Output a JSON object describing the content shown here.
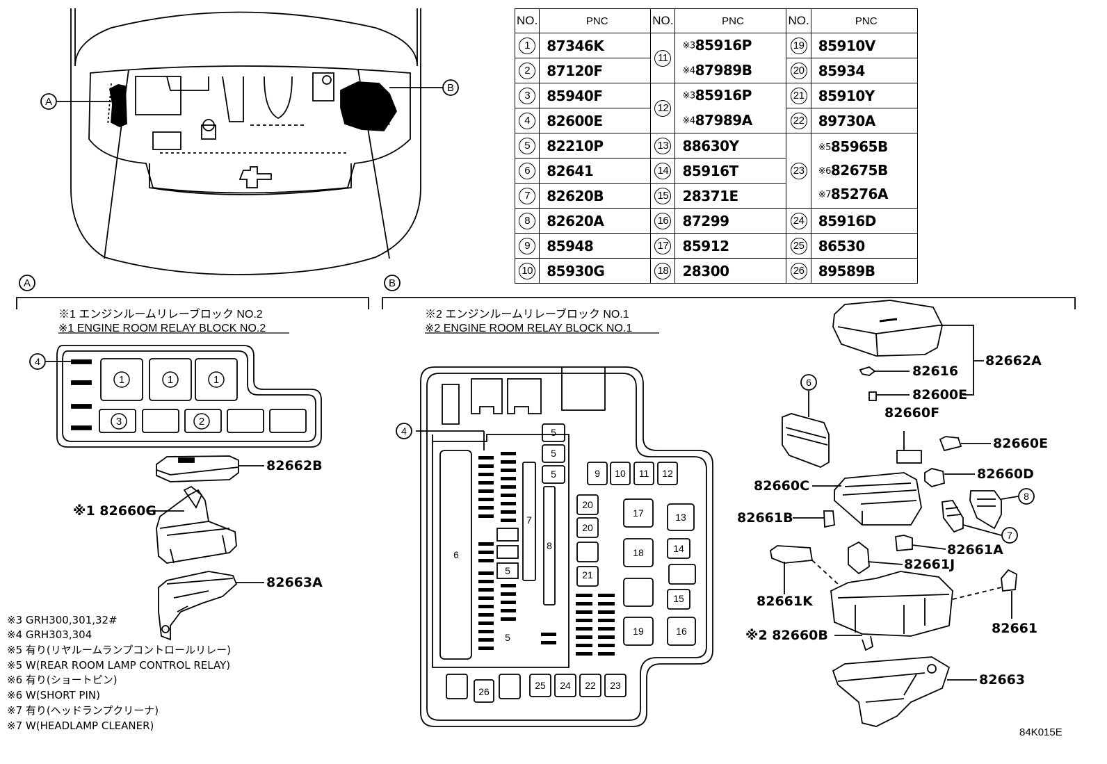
{
  "table": {
    "headers": [
      "NO.",
      "PNC",
      "NO.",
      "PNC",
      "NO.",
      "PNC"
    ],
    "col1": [
      {
        "no": "1",
        "pnc": "87346K"
      },
      {
        "no": "2",
        "pnc": "87120F"
      },
      {
        "no": "3",
        "pnc": "85940F"
      },
      {
        "no": "4",
        "pnc": "82600E"
      },
      {
        "no": "5",
        "pnc": "82210P"
      },
      {
        "no": "6",
        "pnc": "82641"
      },
      {
        "no": "7",
        "pnc": "82620B"
      },
      {
        "no": "8",
        "pnc": "82620A"
      },
      {
        "no": "9",
        "pnc": "85948"
      },
      {
        "no": "10",
        "pnc": "85930G"
      }
    ],
    "col2": [
      {
        "no": "11",
        "lines": [
          {
            "ref": "※3",
            "pnc": "85916P"
          },
          {
            "ref": "※4",
            "pnc": "87989B"
          }
        ]
      },
      {
        "no": "12",
        "lines": [
          {
            "ref": "※3",
            "pnc": "85916P"
          },
          {
            "ref": "※4",
            "pnc": "87989A"
          }
        ]
      },
      {
        "no": "13",
        "pnc": "88630Y"
      },
      {
        "no": "14",
        "pnc": "85916T"
      },
      {
        "no": "15",
        "pnc": "28371E"
      },
      {
        "no": "16",
        "pnc": "87299"
      },
      {
        "no": "17",
        "pnc": "85912"
      },
      {
        "no": "18",
        "pnc": "28300"
      }
    ],
    "col3": [
      {
        "no": "19",
        "pnc": "85910V"
      },
      {
        "no": "20",
        "pnc": "85934"
      },
      {
        "no": "21",
        "pnc": "85910Y"
      },
      {
        "no": "22",
        "pnc": "89730A"
      },
      {
        "no": "23",
        "lines": [
          {
            "ref": "※5",
            "pnc": "85965B"
          },
          {
            "ref": "※6",
            "pnc": "82675B"
          },
          {
            "ref": "※7",
            "pnc": "85276A"
          }
        ]
      },
      {
        "no": "24",
        "pnc": "85916D"
      },
      {
        "no": "25",
        "pnc": "86530"
      },
      {
        "no": "26",
        "pnc": "89589B"
      }
    ]
  },
  "overview": {
    "label_a": "A",
    "label_b": "B"
  },
  "section_a": {
    "marker": "A",
    "title_jp": "※1 エンジンルームリレーブロック NO.2",
    "title_en": "※1 ENGINE ROOM RELAY BLOCK NO.2",
    "parts": {
      "cover": "82662B",
      "block": "※1 82660G",
      "lower": "82663A"
    },
    "callouts": {
      "left": "4",
      "top": [
        "1",
        "1",
        "1"
      ],
      "bottom_a": "3",
      "bottom_b": "2"
    }
  },
  "section_b": {
    "marker": "B",
    "title_jp": "※2 エンジンルームリレーブロック NO.1",
    "title_en": "※2 ENGINE ROOM RELAY BLOCK NO.1",
    "parts": {
      "p82662A": "82662A",
      "p82616": "82616",
      "p82600E": "82600E",
      "p82660F": "82660F",
      "p82660E": "82660E",
      "p82660D": "82660D",
      "p82660C": "82660C",
      "p82661B": "82661B",
      "p82661A": "82661A",
      "p82661J": "82661J",
      "p82661K": "82661K",
      "p82661": "82661",
      "p82660B": "※2 82660B",
      "p82663": "82663"
    },
    "callouts": {
      "six": "6",
      "eight": "8",
      "seven": "7",
      "four": "4"
    }
  },
  "notes": [
    "※3 GRH300,301,32#",
    "※4 GRH303,304",
    "※5 有り(リヤルームランプコントロールリレー)",
    "※5 W(REAR ROOM LAMP CONTROL RELAY)",
    "※6 有り(ショートピン)",
    "※6 W(SHORT PIN)",
    "※7 有り(ヘッドランプクリーナ)",
    "※7 W(HEADLAMP CLEANER)"
  ],
  "diagram_code": "84K015E"
}
